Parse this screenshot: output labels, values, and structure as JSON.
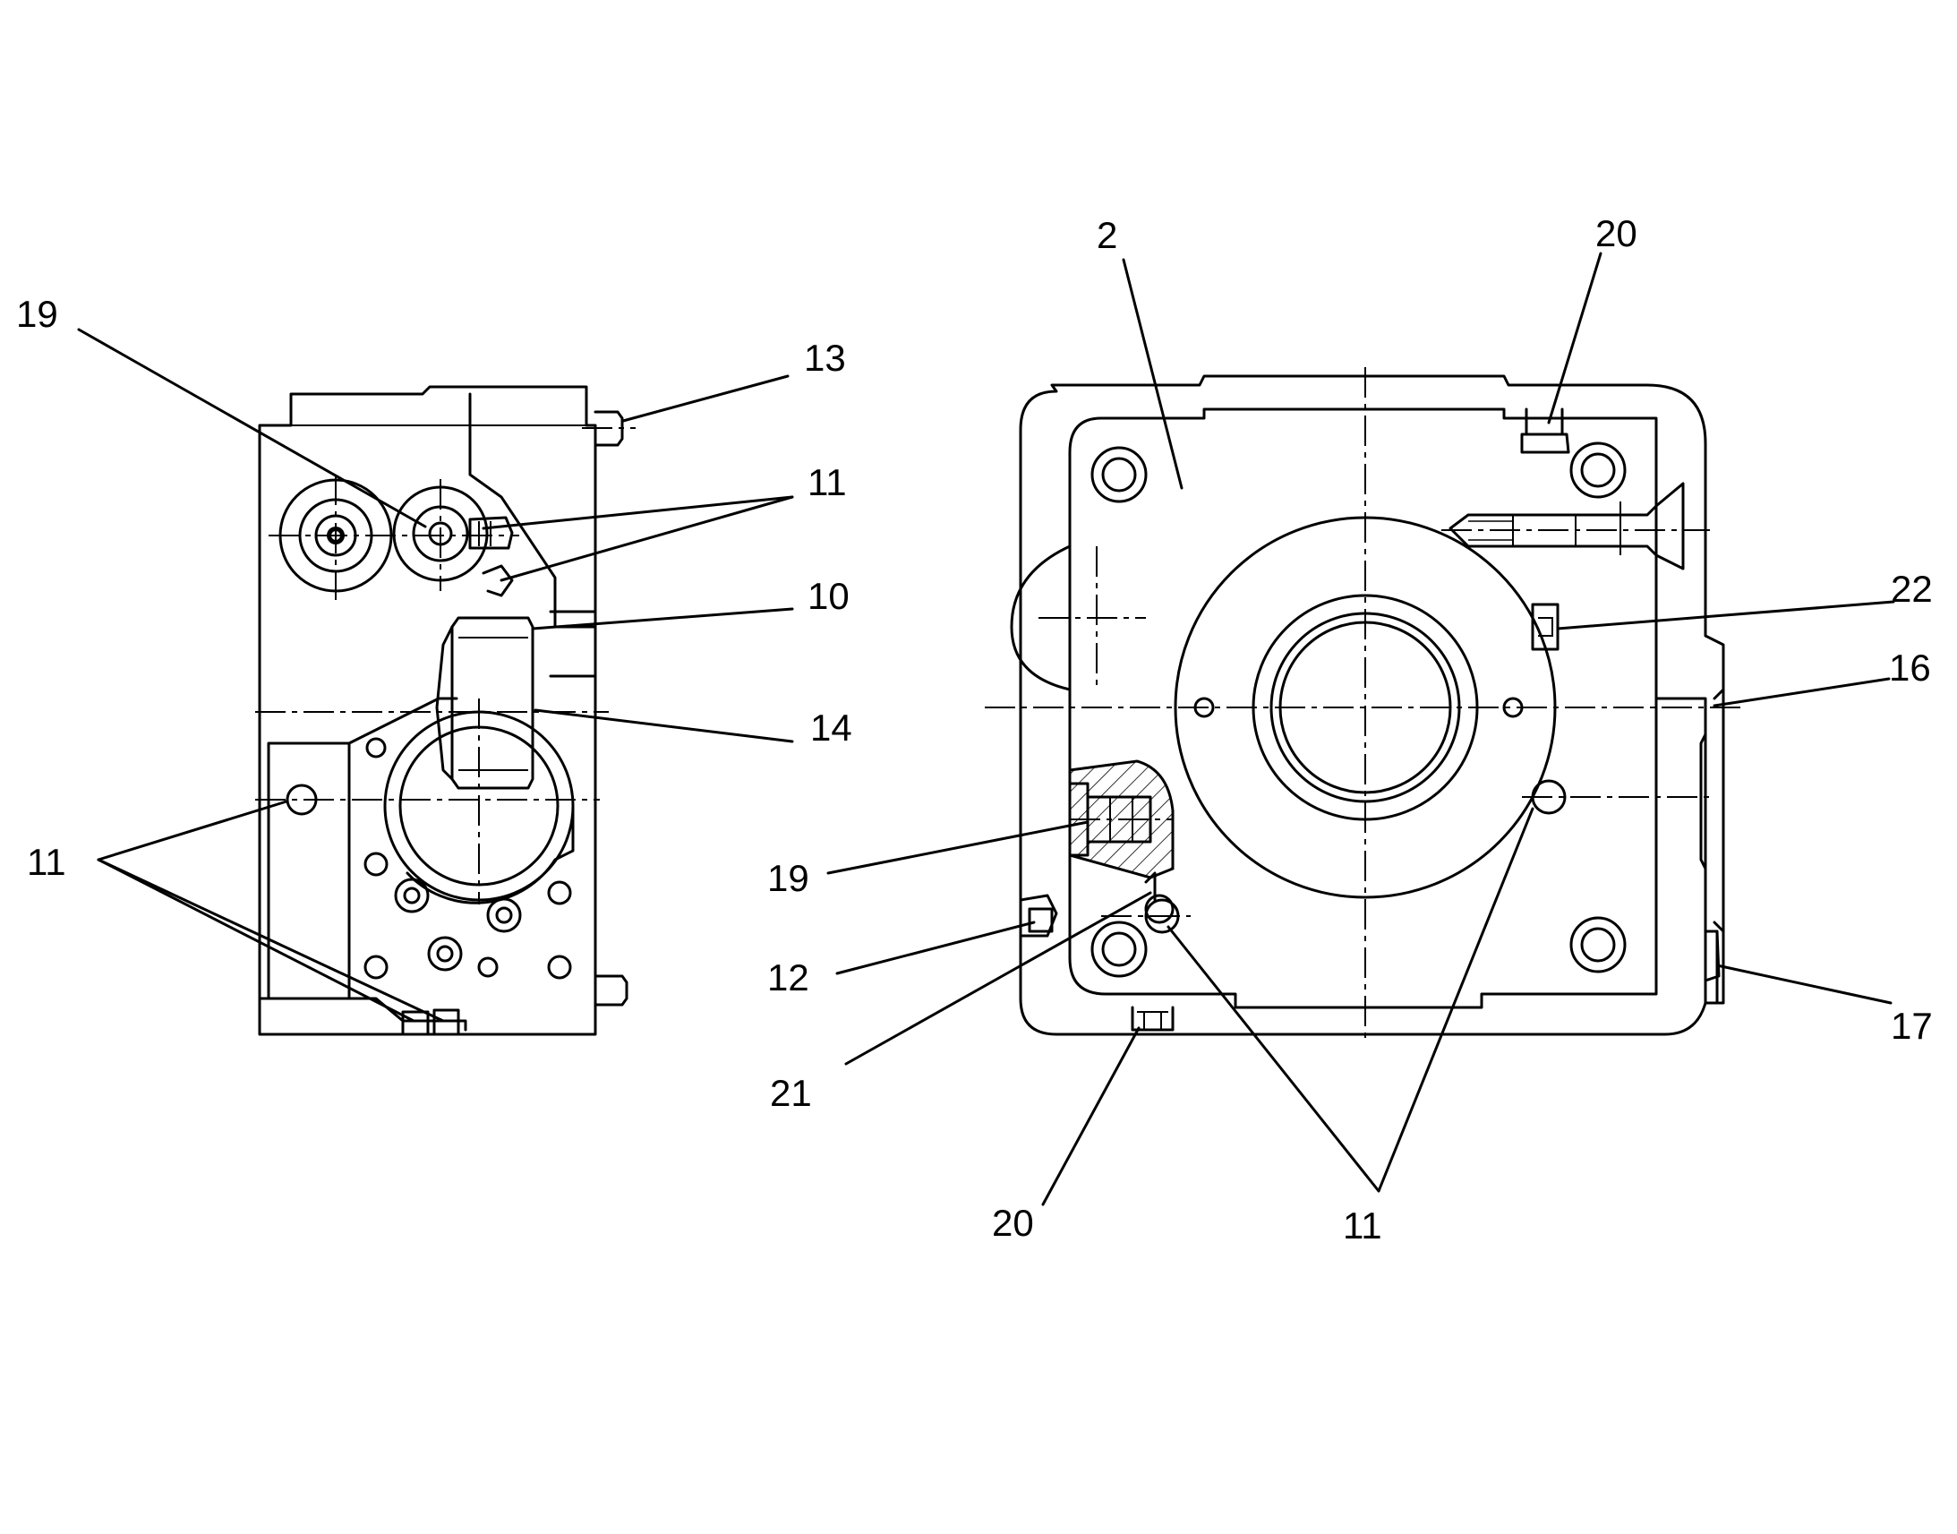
{
  "callouts": {
    "left_19": "19",
    "left_13": "13",
    "left_11_top": "11",
    "left_10": "10",
    "left_14": "14",
    "left_11_bottom": "11",
    "right_2": "2",
    "right_20_top": "20",
    "right_22": "22",
    "right_16": "16",
    "right_19": "19",
    "right_12": "12",
    "right_21": "21",
    "right_17": "17",
    "right_20_bottom": "20",
    "right_11": "11"
  }
}
